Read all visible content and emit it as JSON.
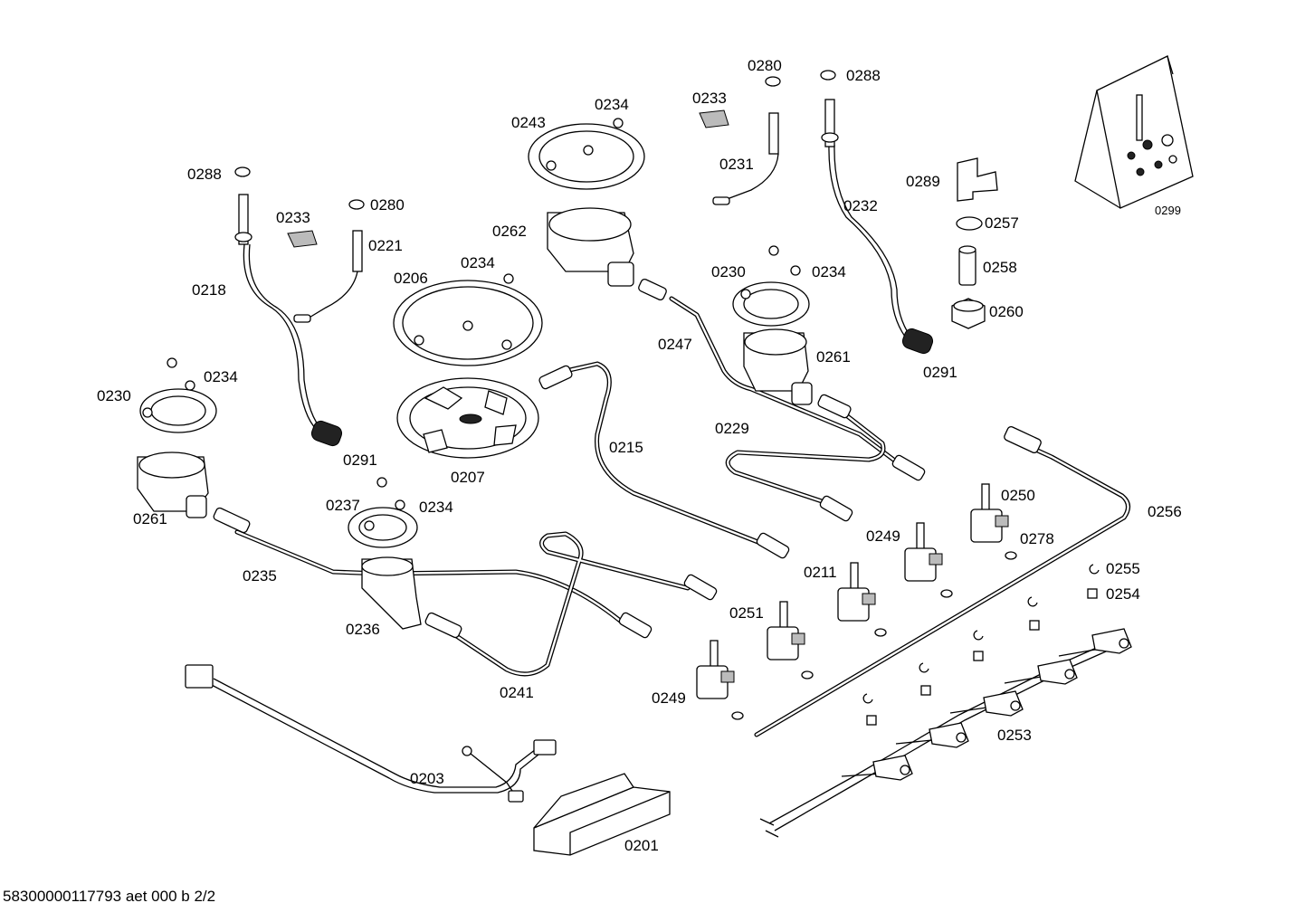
{
  "footer": "58300000117793 aet 000 b 2/2",
  "labels": {
    "p0201": "0201",
    "p0203": "0203",
    "p0206": "0206",
    "p0207": "0207",
    "p0211": "0211",
    "p0215": "0215",
    "p0218": "0218",
    "p0221": "0221",
    "p0229": "0229",
    "p0230a": "0230",
    "p0230b": "0230",
    "p0231": "0231",
    "p0232": "0232",
    "p0233a": "0233",
    "p0233b": "0233",
    "p0234a": "0234",
    "p0234b": "0234",
    "p0234c": "0234",
    "p0234d": "0234",
    "p0234e": "0234",
    "p0235": "0235",
    "p0236": "0236",
    "p0237": "0237",
    "p0241": "0241",
    "p0243": "0243",
    "p0247": "0247",
    "p0249a": "0249",
    "p0249b": "0249",
    "p0250": "0250",
    "p0251": "0251",
    "p0253": "0253",
    "p0254": "0254",
    "p0255": "0255",
    "p0256": "0256",
    "p0257": "0257",
    "p0258": "0258",
    "p0260": "0260",
    "p0261a": "0261",
    "p0261b": "0261",
    "p0262": "0262",
    "p0278": "0278",
    "p0280a": "0280",
    "p0280b": "0280",
    "p0288a": "0288",
    "p0288b": "0288",
    "p0289": "0289",
    "p0291a": "0291",
    "p0291b": "0291",
    "p0299": "0299"
  }
}
